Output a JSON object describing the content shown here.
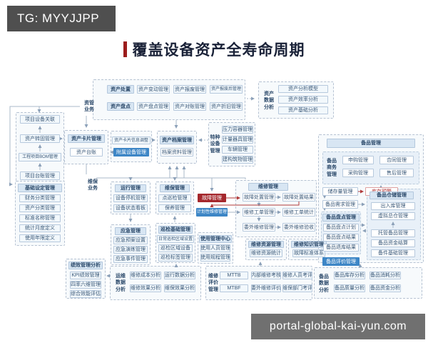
{
  "badges": {
    "tg": "TG: MYYJJPP",
    "site": "portal-global-kai-yun.com"
  },
  "title": "覆盖设备资产全寿命周期",
  "colors": {
    "title_bar_red": "#9c1c1c",
    "fault_red": "#a5282d",
    "highlight_blue": "#3d86c6",
    "tg_badge_gray": "#4f4f4f",
    "site_badge_gray": "#707070"
  },
  "labels": {
    "asset_biz": "资管\n业务",
    "maint_biz": "维保\n业务"
  },
  "top": {
    "rows": [
      {
        "label": "资产处置",
        "items": [
          "资产变动管理",
          "资产报废管理",
          "资产报废后管理"
        ]
      },
      {
        "label": "资产盘点",
        "items": [
          "资产盘点管理",
          "资产对账管理",
          "资产折旧管理"
        ]
      }
    ]
  },
  "asset_analysis": {
    "label": "资产\n数据\n分析",
    "items": [
      "资产分析模型",
      "资产效率分析",
      "资产基础分析"
    ]
  },
  "project": {
    "items": [
      "项目设备关联",
      "资产转固管理",
      "工程项目BOM管理",
      "项目台账管理"
    ]
  },
  "base": {
    "header": "基础设定管理",
    "items": [
      "财务分类管理",
      "资产分类管理",
      "标准名称管理",
      "统计月度定义",
      "使用年限定义"
    ]
  },
  "card": {
    "header": "资产卡片管理",
    "ledger": "资产台账"
  },
  "adjust": {
    "header": "资产卡片信息调整",
    "highlight": "附属设备管理"
  },
  "archive": {
    "header": "资产档案管理",
    "item": "档案资料管理"
  },
  "special": {
    "label": "特种\n设备\n管理",
    "items": [
      "压力容器管理",
      "计量器具管理",
      "车辆管理",
      "建构筑物管理"
    ]
  },
  "operation": {
    "header": "运行管理",
    "items": [
      "设备停机管理",
      "设备状态看板"
    ]
  },
  "emergency": {
    "header": "应急管理",
    "items": [
      "应急预案设置",
      "应急演练管理",
      "应急事件管理"
    ]
  },
  "upkeep": {
    "header": "维保管理",
    "items": [
      "点巡检管理",
      "保养管理"
    ]
  },
  "inspection": {
    "header": "巡检基础管理",
    "items": [
      "日常巡检区域设置",
      "巡检区域设备",
      "巡检标签管理"
    ]
  },
  "fault": {
    "fault_mgmt": "故障管理",
    "planned": "计划性维修管理"
  },
  "usage": {
    "header": "使用管理中心",
    "items": [
      "使用人员管理",
      "使用规程管理"
    ]
  },
  "repair": {
    "header": "维修管理",
    "left": [
      "故障处置管理",
      "维修工单管理",
      "委外维修管理"
    ],
    "right": [
      "故障处置结果",
      "维修工单统计",
      "委外维修验收"
    ]
  },
  "resource": {
    "header": "维修资源管理",
    "item": "维修资源统计"
  },
  "knowledge": {
    "header": "维修知识管理",
    "item": "故障标准体系"
  },
  "performance": {
    "header": "绩效管理分析",
    "items": [
      "KPI绩效管理",
      "四率六维管理",
      "综合效能评估"
    ]
  },
  "om": {
    "label": "运维\n数据\n分析",
    "items": [
      "维修成本分析",
      "维修效果分析",
      "运行数据分析",
      "维保效果分析"
    ]
  },
  "eval": {
    "label": "维修\n评价\n管理",
    "metrics": [
      "MTTB",
      "MTBF"
    ],
    "internal": [
      "内部维修考核",
      "委外维修评价"
    ],
    "staff": [
      "维修人员考评",
      "维保部门考评"
    ]
  },
  "spare": {
    "header": "备品管理",
    "commerce": {
      "label": "备品\n商务\n管理",
      "items": [
        "申购管理",
        "合同管理",
        "采购管理",
        "售后管理"
      ]
    },
    "storage_qty": "储存量管理",
    "alert": "库存预警",
    "demand": "备品需求管理",
    "warehouse": {
      "header": "备品仓储管理",
      "items": [
        "出入库管理",
        "虚拟总仓管理",
        "托管备品管理",
        "备品资金结算",
        "备件基础管理"
      ]
    },
    "stocktake": {
      "header": "备品盘点管理",
      "items": [
        "备品盘点计划",
        "备品盘点结果",
        "备品退库结果"
      ]
    },
    "evaluation": "备品评价管理",
    "analysis": {
      "label": "备品\n数据\n分析",
      "items": [
        "备品库存分析",
        "备品消耗分析",
        "备品质量分析",
        "备品资金分析"
      ]
    }
  }
}
